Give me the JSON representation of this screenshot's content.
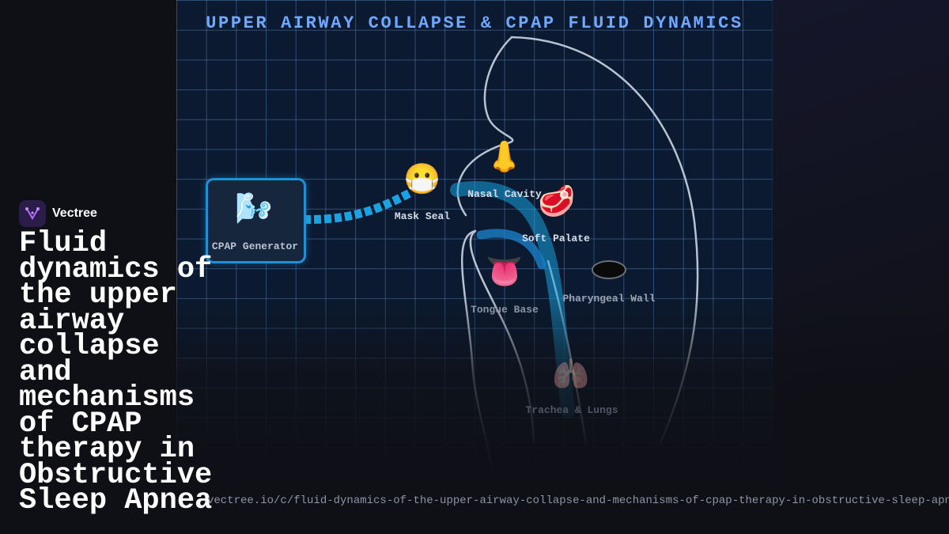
{
  "diagram": {
    "title": "UPPER AIRWAY COLLAPSE & CPAP FLUID DYNAMICS",
    "nodes": {
      "cpap_generator": {
        "label": "CPAP Generator",
        "icon": "🌬️"
      },
      "mask_seal": {
        "label": "Mask Seal",
        "icon": "😷"
      },
      "nasal_cavity": {
        "label": "Nasal Cavity",
        "icon": "👃"
      },
      "soft_palate": {
        "label": "Soft Palate",
        "icon": "🥩"
      },
      "tongue_base": {
        "label": "Tongue Base",
        "icon": "👅"
      },
      "pharyngeal_wall": {
        "label": "Pharyngeal Wall",
        "icon": "black-oval-icon"
      },
      "trachea_lungs": {
        "label": "Trachea & Lungs",
        "icon": "🫁"
      }
    },
    "colors": {
      "background": "#0b1a30",
      "grid": "#5a8cc8",
      "title": "#6ea8ff",
      "airflow": "#1aa3e0",
      "outline": "#b8c2d2",
      "box_border": "#1f8fd6"
    }
  },
  "brand": {
    "name": "Vectree",
    "logo_icon": "vectree-logo-icon"
  },
  "page": {
    "title": "Fluid dynamics of the upper airway collapse and mechanisms of CPAP therapy in Obstructive Sleep Apnea",
    "url": "vectree.io/c/fluid-dynamics-of-the-upper-airway-collapse-and-mechanisms-of-cpap-therapy-in-obstructive-sleep-apnea"
  }
}
